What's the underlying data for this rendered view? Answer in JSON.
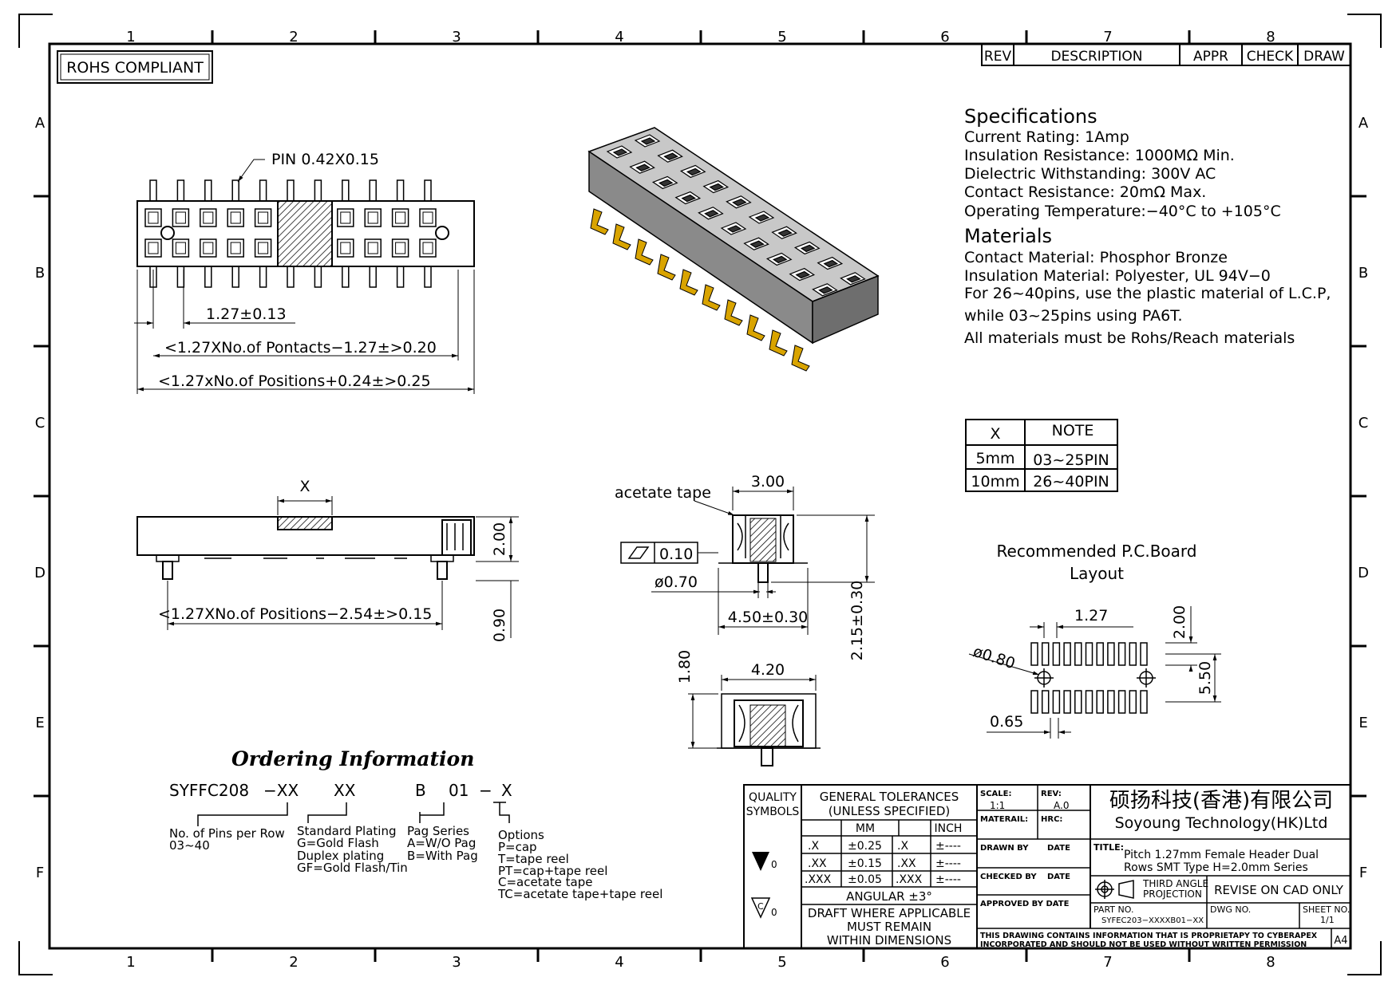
{
  "frame": {
    "col_labels": [
      "1",
      "2",
      "3",
      "4",
      "5",
      "6",
      "7",
      "8"
    ],
    "row_labels": [
      "A",
      "B",
      "C",
      "D",
      "E",
      "F"
    ]
  },
  "rohs": "ROHS COMPLIANT",
  "rev_table": {
    "rev": "REV",
    "description": "DESCRIPTION",
    "appr": "APPR",
    "check": "CHECK",
    "draw": "DRAW"
  },
  "top_view": {
    "pin_label": "PIN 0.42X0.15",
    "pitch_dim": "1.27±0.13",
    "contacts_dim": "<1.27XNo.of Pontacts−1.27±>0.20",
    "positions_dim": "<1.27xNo.of Positions+0.24±>0.25"
  },
  "side_view": {
    "x_label": "X",
    "height_dim": "2.00",
    "lead_dim": "0.90",
    "positions_dim": "<1.27XNo.of Positions−2.54±>0.15"
  },
  "section_view": {
    "tape_label": "acetate tape",
    "top_dim": "3.00",
    "flatness": "0.10",
    "post_dia": "ø0.70",
    "width_dim": "4.50±0.30",
    "total_height": "2.15±0.30"
  },
  "section_view2": {
    "top_dim": "4.20",
    "height_dim": "1.80"
  },
  "specifications": {
    "heading": "Specifications",
    "lines": [
      "Current Rating:   1Amp",
      "Insulation Resistance:   1000MΩ Min.",
      "Dielectric Withstanding:   300V AC",
      "Contact Resistance:   20mΩ Max.",
      "Operating Temperature:−40°C to +105°C"
    ]
  },
  "materials": {
    "heading": "Materials",
    "lines": [
      "Contact Material: Phosphor Bronze",
      "Insulation Material: Polyester, UL 94V−0",
      "For 26~40pins, use the plastic material of L.C.P,",
      "while 03~25pins using PA6T.",
      "All materials must be Rohs/Reach materials"
    ]
  },
  "note_table": {
    "header": [
      "X",
      "NOTE"
    ],
    "rows": [
      [
        "5mm",
        "03~25PIN"
      ],
      [
        "10mm",
        "26~40PIN"
      ]
    ]
  },
  "pcb": {
    "title1": "Recommended P.C.Board",
    "title2": "Layout",
    "pitch": "1.27",
    "pad_len": "2.00",
    "hole": "ø0.80",
    "row_span": "5.50",
    "pad_w": "0.65"
  },
  "ordering": {
    "heading": "Ordering Information",
    "code": [
      "SYFFC208",
      "−XX",
      "XX",
      "B",
      "01",
      "−",
      "X"
    ],
    "pins": [
      "No. of Pins per Row",
      "03~40"
    ],
    "plating": [
      "Standard Plating",
      "G=Gold Flash",
      "Duplex plating",
      "GF=Gold Flash/Tin"
    ],
    "peg": [
      "Pag Series",
      "A=W/O Pag",
      "B=With Pag"
    ],
    "options": [
      "Options",
      "P=cap",
      "T=tape reel",
      "PT=cap+tape reel",
      "C=acetate tape",
      "TC=acetate tape+tape reel"
    ]
  },
  "title_block": {
    "quality": "QUALITY",
    "symbols": "SYMBOLS",
    "gen_tol": "GENERAL TOLERANCES",
    "unless": "(UNLESS SPECIFIED)",
    "mm": "MM",
    "inch": "INCH",
    "tol_rows": [
      [
        ".X",
        "±0.25",
        ".X",
        "±----"
      ],
      [
        ".XX",
        "±0.15",
        ".XX",
        "±----"
      ],
      [
        ".XXX",
        "±0.05",
        ".XXX",
        "±----"
      ]
    ],
    "angular": "ANGULAR ±3°",
    "draft1": "DRAFT WHERE APPLICABLE",
    "draft2": "MUST REMAIN",
    "draft3": "WITHIN DIMENSIONS",
    "sym1": "0",
    "sym2": "0",
    "scale_lbl": "SCALE:",
    "scale": "1:1",
    "rev_lbl": "REV:",
    "rev": "A.0",
    "material_lbl": "MATERAIL:",
    "hrc_lbl": "HRC:",
    "drawn_lbl": "DRAWN BY",
    "date1": "DATE",
    "checked_lbl": "CHECKED BY",
    "date2": "DATE",
    "approved_lbl": "APPROVED BY DATE",
    "company_cn": "硕扬科技(香港)有限公司",
    "company_en": "Soyoung Technology(HK)Ltd",
    "title_lbl": "TITLE:",
    "title1": "Pitch 1.27mm Female Header Dual",
    "title2": "Rows SMT Type H=2.0mm Series",
    "projection1": "THIRD ANGLE",
    "projection2": "PROJECTION",
    "revise": "REVISE ON CAD ONLY",
    "partno_lbl": "PART NO.",
    "partno": "SYFEC203−XXXXB01−XX",
    "dwgno_lbl": "DWG NO.",
    "sheet_lbl": "SHEET NO.",
    "sheet": "1/1",
    "proprietary1": "THIS DRAWING CONTAINS INFORMATION THAT IS PROPRIETAPY TO CYBERAPEX",
    "proprietary2": "INCORPORATED AND SHOULD NOT BE USED WITHOUT WRITTEN PERMISSION",
    "size": "A4"
  }
}
